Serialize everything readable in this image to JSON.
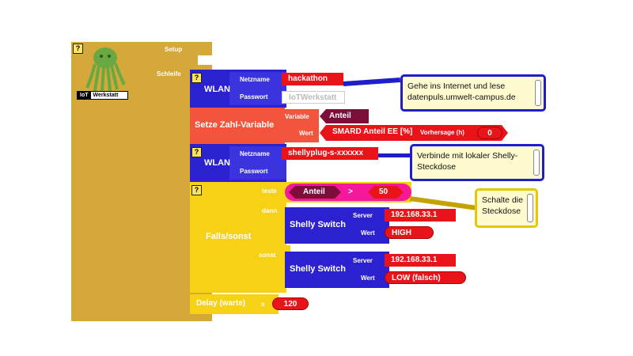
{
  "colors": {
    "setup_block": "#d4a83a",
    "wlan_block": "#2b21d0",
    "variable_block": "#f2553c",
    "if_block": "#f7d116",
    "value_red": "#e8141a",
    "variable_dark": "#7d0e3a",
    "compare_pink": "#f5189a",
    "comment_fill": "#fffad0",
    "comment_border": "#1e1ecb",
    "comment_yellow_border": "#e6c800"
  },
  "setup": {
    "label_setup": "Setup",
    "label_loop": "Schleife",
    "help": "?"
  },
  "logo": {
    "label_iot": "IoT",
    "label_werkstatt": "Werkstatt",
    "icon": "octopus-icon"
  },
  "wlan1": {
    "title": "WLAN",
    "help": "?",
    "netzname_label": "Netzname",
    "netzname_value": "hackathon",
    "passwort_label": "Passwort",
    "passwort_value": "IoTWerkstatt"
  },
  "setze": {
    "title": "Setze Zahl-Variable",
    "variable_label": "Variable",
    "variable_value": "Anteil",
    "wert_label": "Wert",
    "wert_value": "SMARD Anteil EE [%]",
    "vorhersage_label": "Vorhersage (h)",
    "vorhersage_value": "0"
  },
  "wlan2": {
    "title": "WLAN",
    "help": "?",
    "netzname_label": "Netzname",
    "netzname_value": "shellyplug-s-xxxxxx",
    "passwort_label": "Passwort"
  },
  "falls": {
    "title": "Falls/sonst",
    "help": "?",
    "teste_label": "teste",
    "dann_label": "dann",
    "sonst_label": "sonst",
    "cond_var": "Anteil",
    "cond_op": ">",
    "cond_val": "50"
  },
  "shelly1": {
    "title": "Shelly Switch",
    "server_label": "Server",
    "server_value": "192.168.33.1",
    "wert_label": "Wert",
    "wert_value": "HIGH"
  },
  "shelly2": {
    "title": "Shelly Switch",
    "server_label": "Server",
    "server_value": "192.168.33.1",
    "wert_label": "Wert",
    "wert_value": "LOW (falsch)"
  },
  "delay": {
    "title": "Delay (warte)",
    "unit": "s",
    "value": "120"
  },
  "comments": {
    "c1": "Gehe ins Internet und lese datenpuls.umwelt-campus.de",
    "c2": "Verbinde mit lokaler Shelly-Steckdose",
    "c3": "Schalte die Steckdose"
  }
}
